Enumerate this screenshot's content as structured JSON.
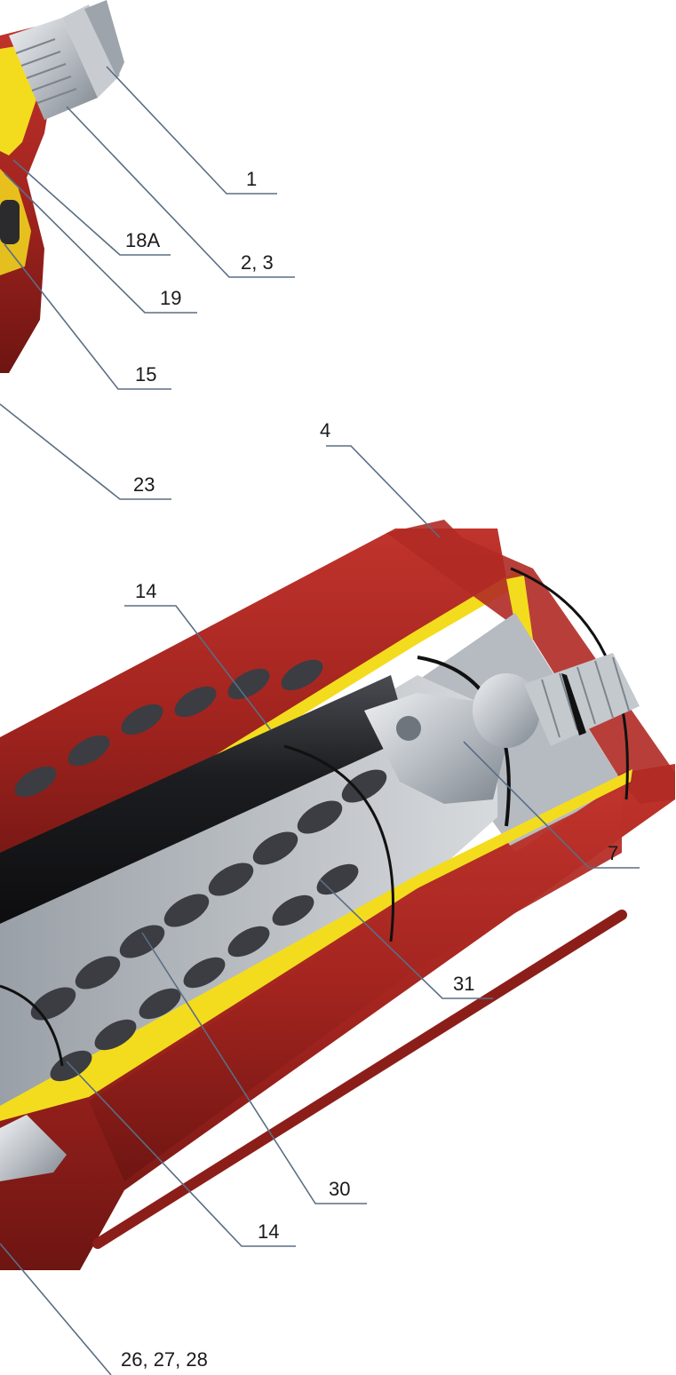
{
  "colors": {
    "background": "#ffffff",
    "housing_red": "#a3241f",
    "housing_red_dark": "#7a1714",
    "cut_yellow": "#f3dc1e",
    "metal_silver": "#c9cdd2",
    "metal_dark": "#8a9097",
    "screw_dark": "#3b3d42",
    "shaft_black": "#1c1d20",
    "leader_line": "#5a6e84"
  },
  "callouts": [
    {
      "id": "1",
      "label": "1"
    },
    {
      "id": "2-3",
      "label": "2, 3"
    },
    {
      "id": "18a",
      "label": "18A"
    },
    {
      "id": "19",
      "label": "19"
    },
    {
      "id": "15",
      "label": "15"
    },
    {
      "id": "23",
      "label": "23"
    },
    {
      "id": "4",
      "label": "4"
    },
    {
      "id": "14-top",
      "label": "14"
    },
    {
      "id": "7",
      "label": "7"
    },
    {
      "id": "31",
      "label": "31"
    },
    {
      "id": "30",
      "label": "30"
    },
    {
      "id": "14-bottom",
      "label": "14"
    },
    {
      "id": "26-27-28",
      "label": "26, 27, 28"
    }
  ]
}
